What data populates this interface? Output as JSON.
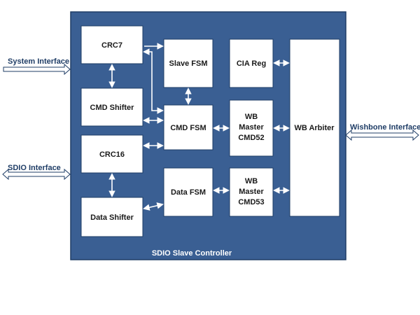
{
  "controller": {
    "label": "SDIO Slave Controller"
  },
  "blocks": {
    "crc7": "CRC7",
    "cmd_shifter": "CMD Shifter",
    "crc16": "CRC16",
    "data_shifter": "Data Shifter",
    "slave_fsm": "Slave FSM",
    "cmd_fsm": "CMD FSM",
    "data_fsm": "Data FSM",
    "cia_reg": "CIA Reg",
    "wb_cmd52": [
      "WB",
      "Master",
      "CMD52"
    ],
    "wb_cmd53": [
      "WB",
      "Master",
      "CMD53"
    ],
    "wb_arbiter": "WB Arbiter"
  },
  "interfaces": {
    "system": "System Interface",
    "sdio": "SDIO Interface",
    "wishbone": "Wishbone Interface"
  },
  "colors": {
    "frame": "#3a5f93",
    "border": "#1f3d66",
    "label": "#1f3d66"
  }
}
